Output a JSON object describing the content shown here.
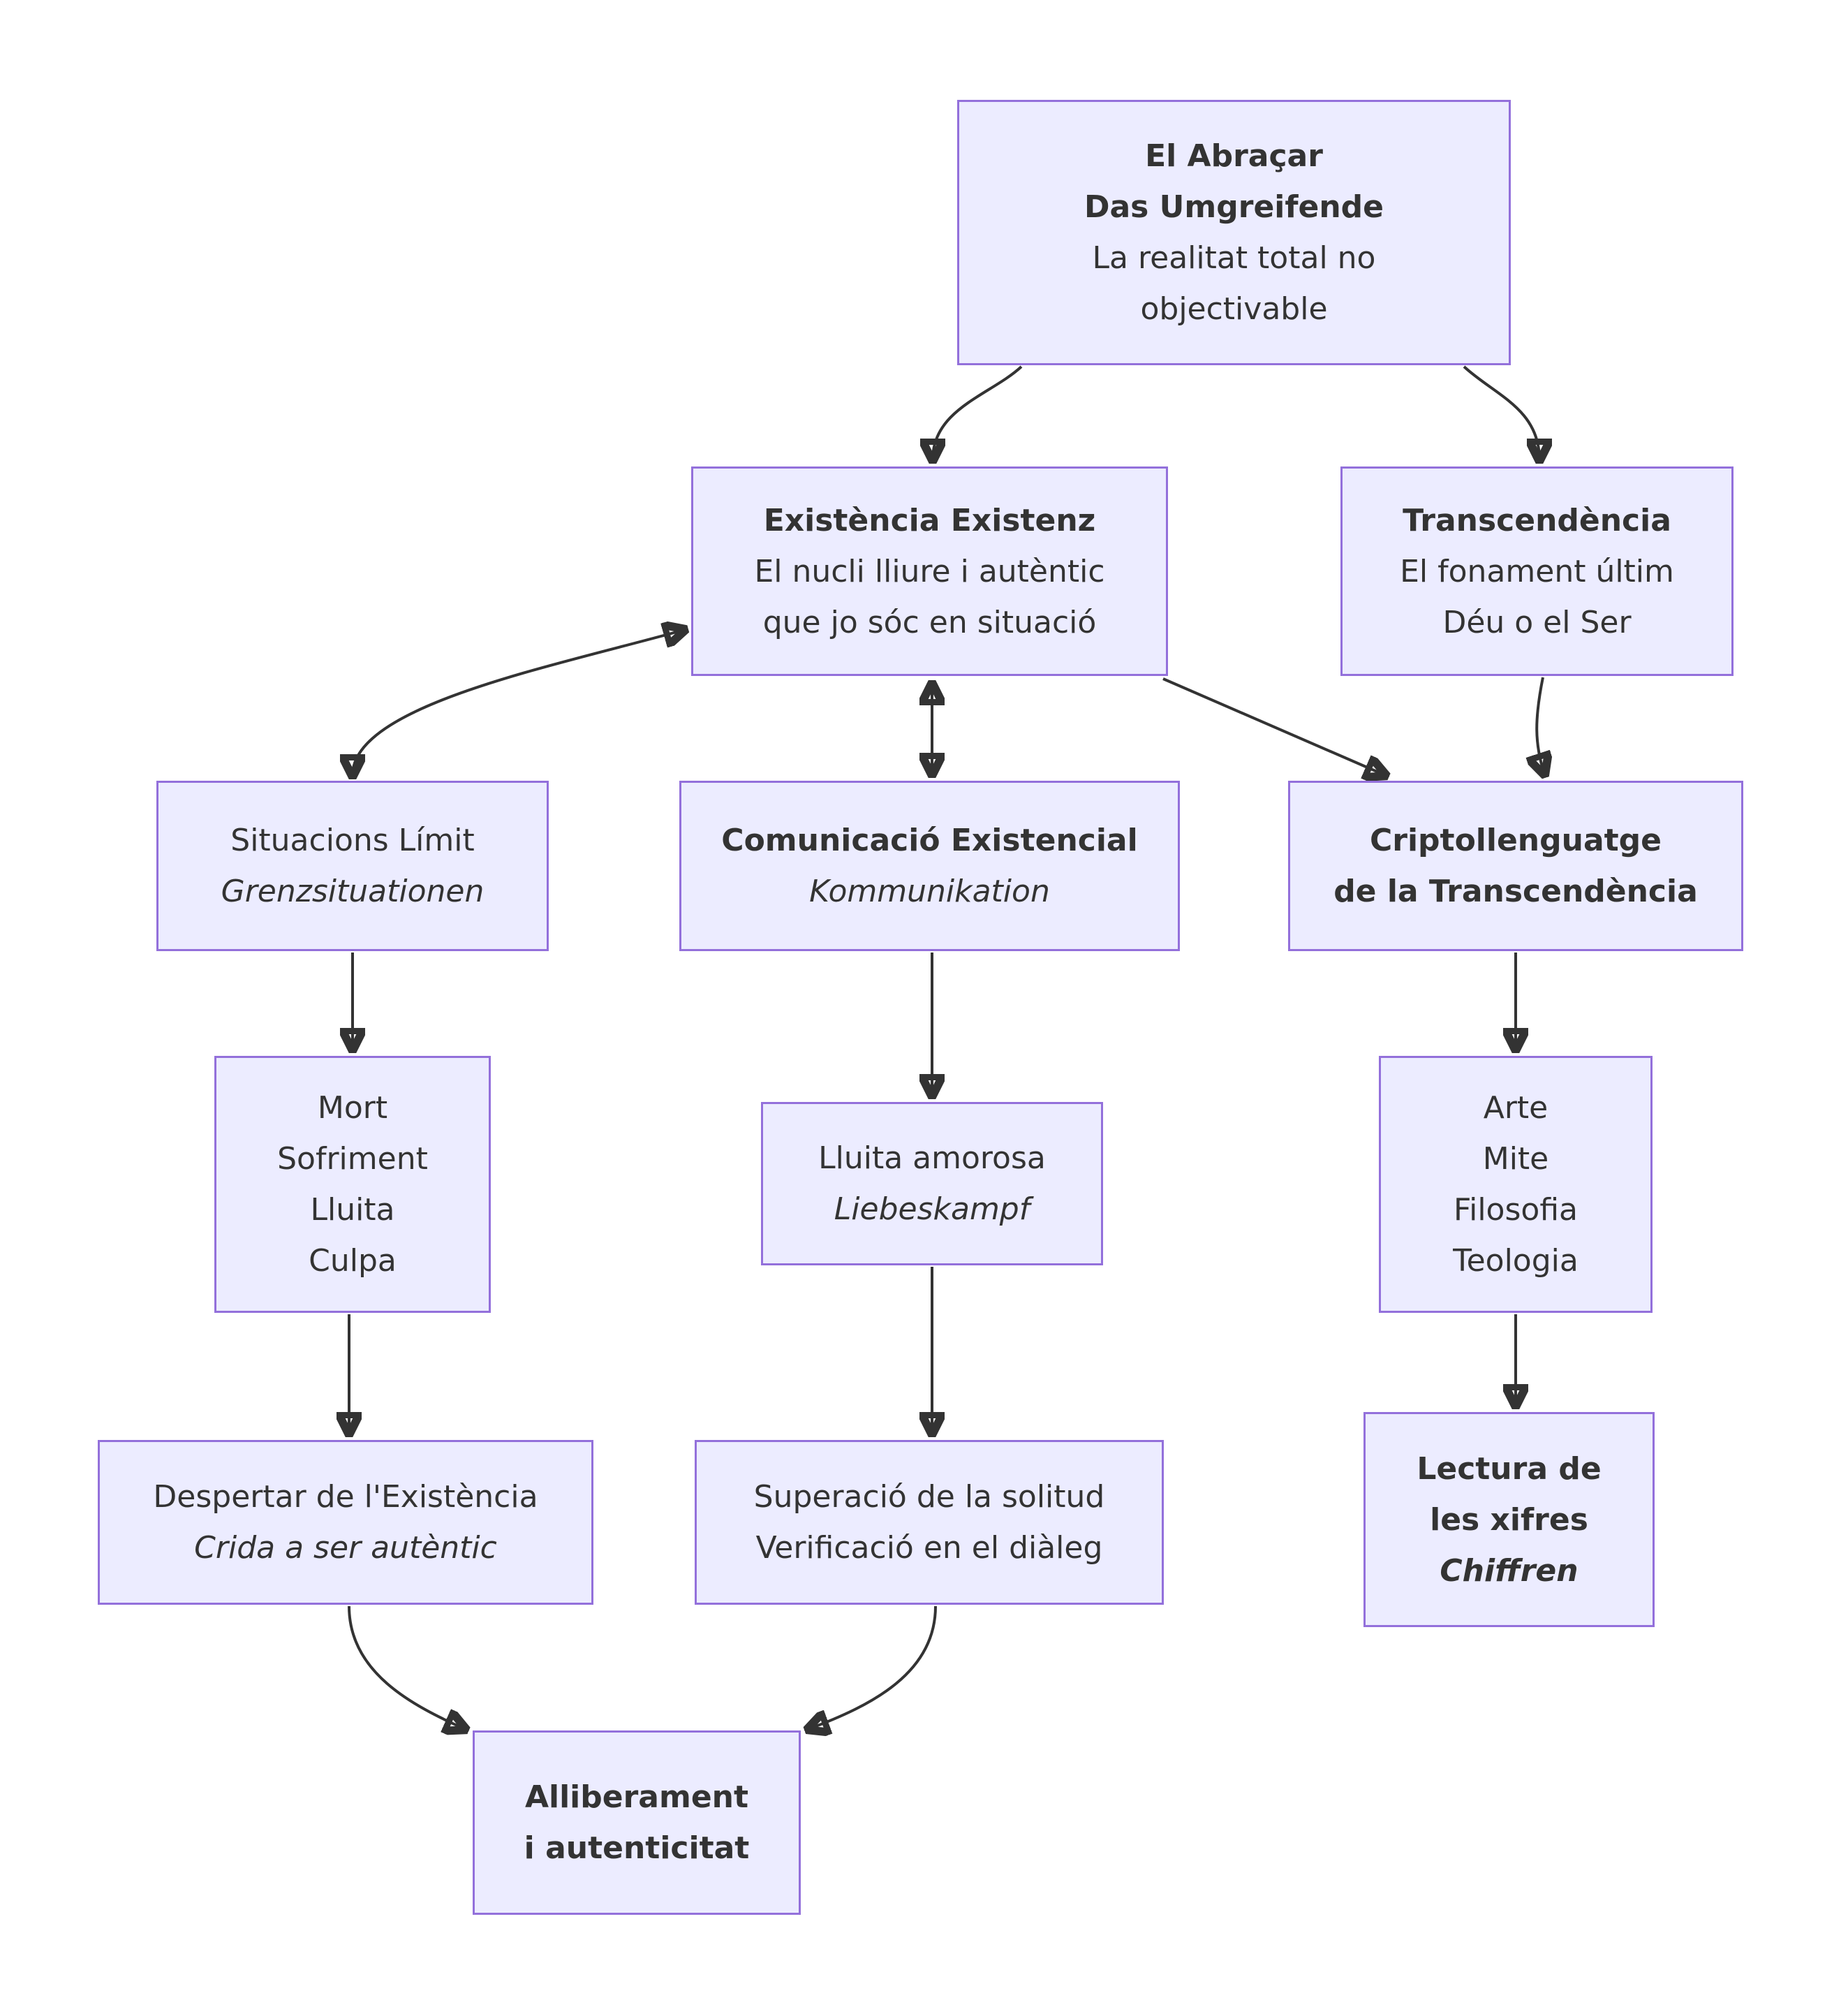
{
  "diagram": {
    "type": "flowchart",
    "background": "#ffffff",
    "node_fill": "#ECECFF",
    "node_border": "#9370DB",
    "edge_color": "#333333",
    "text_color": "#333333"
  },
  "nodes": {
    "abracar": {
      "lines": [
        "El Abraçar",
        "Das Umgreifende",
        "La realitat total no",
        "objectivable"
      ]
    },
    "existencia": {
      "lines": [
        "Existència Existenz",
        "El nucli lliure i autèntic",
        "que jo sóc en situació"
      ]
    },
    "transcendencia": {
      "lines": [
        "Transcendència",
        "El fonament últim",
        "Déu o el Ser"
      ]
    },
    "situacions": {
      "lines": [
        "Situacions Límit",
        "Grenzsituationen"
      ]
    },
    "comunicacio": {
      "lines": [
        "Comunicació Existencial",
        "Kommunikation"
      ]
    },
    "criptollenguatge": {
      "lines": [
        "Criptollenguatge",
        "de la Transcendència"
      ]
    },
    "mort": {
      "lines": [
        "Mort",
        "Sofriment",
        "Lluita",
        "Culpa"
      ]
    },
    "lluita_amorosa": {
      "lines": [
        "Lluita amorosa",
        "Liebeskampf"
      ]
    },
    "arte": {
      "lines": [
        "Arte",
        "Mite",
        "Filosofia",
        "Teologia"
      ]
    },
    "despertar": {
      "lines": [
        "Despertar de l'Existència",
        "Crida a ser autèntic"
      ]
    },
    "superacio": {
      "lines": [
        "Superació de la solitud",
        "Verificació en el diàleg"
      ]
    },
    "lectura": {
      "lines": [
        "Lectura de",
        "les xifres",
        "Chiffren"
      ]
    },
    "alliberament": {
      "lines": [
        "Alliberament",
        "i autenticitat"
      ]
    }
  },
  "edges": [
    {
      "from": "abracar",
      "to": "existencia",
      "arrows": "end"
    },
    {
      "from": "abracar",
      "to": "transcendencia",
      "arrows": "end"
    },
    {
      "from": "situacions",
      "to": "existencia",
      "arrows": "both"
    },
    {
      "from": "existencia",
      "to": "comunicacio",
      "arrows": "both"
    },
    {
      "from": "existencia",
      "to": "criptollenguatge",
      "arrows": "end"
    },
    {
      "from": "transcendencia",
      "to": "criptollenguatge",
      "arrows": "end"
    },
    {
      "from": "situacions",
      "to": "mort",
      "arrows": "end"
    },
    {
      "from": "comunicacio",
      "to": "lluita_amorosa",
      "arrows": "end"
    },
    {
      "from": "criptollenguatge",
      "to": "arte",
      "arrows": "end"
    },
    {
      "from": "mort",
      "to": "despertar",
      "arrows": "end"
    },
    {
      "from": "lluita_amorosa",
      "to": "superacio",
      "arrows": "end"
    },
    {
      "from": "arte",
      "to": "lectura",
      "arrows": "end"
    },
    {
      "from": "despertar",
      "to": "alliberament",
      "arrows": "end"
    },
    {
      "from": "superacio",
      "to": "alliberament",
      "arrows": "end"
    }
  ]
}
